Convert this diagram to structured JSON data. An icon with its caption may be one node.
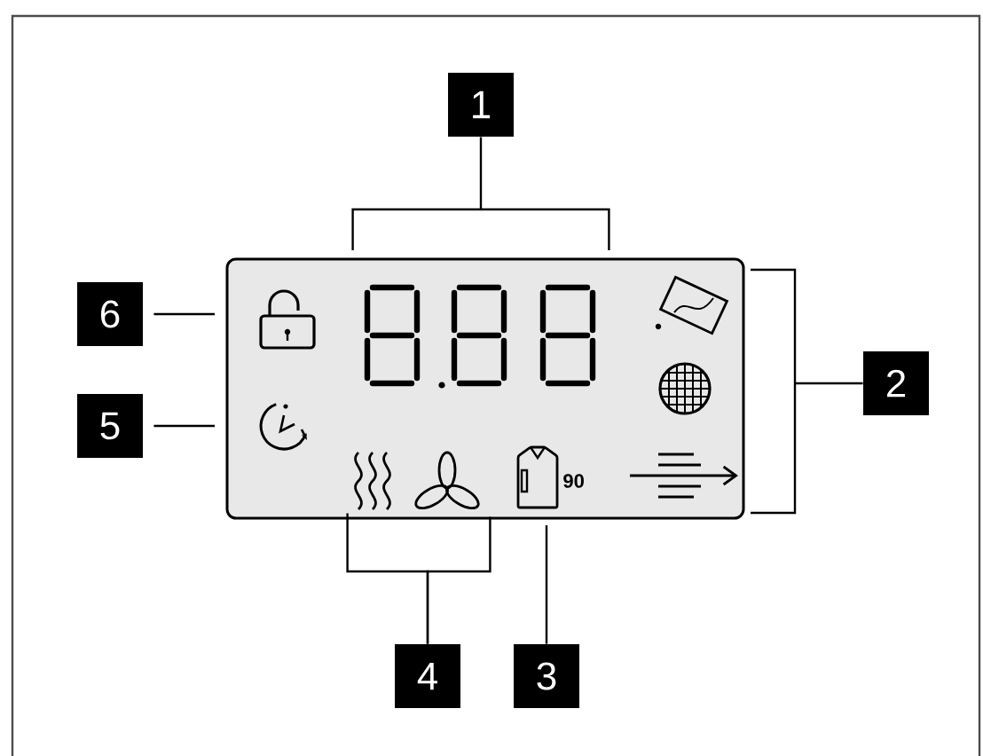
{
  "diagram": {
    "nodes": [
      {
        "text": [
          "1"
        ]
      },
      {
        "text": [
          "6"
        ]
      },
      {
        "text": [
          "2"
        ]
      },
      {
        "text": [
          "5"
        ]
      },
      {
        "text": [
          "4"
        ]
      },
      {
        "text": [
          "3"
        ]
      },
      {
        "text": [],
        "shape": "box"
      },
      {
        "text": [],
        "shape": "lock",
        "in": 6
      },
      {
        "text": [],
        "shape": "display",
        "in": 6
      },
      {
        "text": [],
        "shape": "tag",
        "in": 6
      },
      {
        "text": [],
        "shape": "globe",
        "in": 6
      },
      {
        "text": [],
        "shape": "clock",
        "in": 6
      },
      {
        "text": [],
        "shape": "waves",
        "in": 6
      },
      {
        "text": [],
        "shape": "fan",
        "in": 6
      },
      {
        "text": [],
        "shape": "shirt",
        "in": 6
      },
      {
        "text": [],
        "shape": "arrow",
        "in": 6
      }
    ],
    "edges": [
      {
        "from": 0,
        "to": 8,
        "arrow": "none"
      },
      {
        "from": 2,
        "to": 6,
        "arrow": "none"
      },
      {
        "from": 4,
        "to": 12,
        "arrow": "none"
      },
      {
        "from": 4,
        "to": 13,
        "arrow": "none"
      },
      {
        "from": 5,
        "to": 14,
        "arrow": "none"
      },
      {
        "from": 1,
        "to": 7,
        "arrow": "none"
      },
      {
        "from": 3,
        "to": 11,
        "arrow": "none"
      }
    ],
    "labels": [
      "90"
    ]
  }
}
